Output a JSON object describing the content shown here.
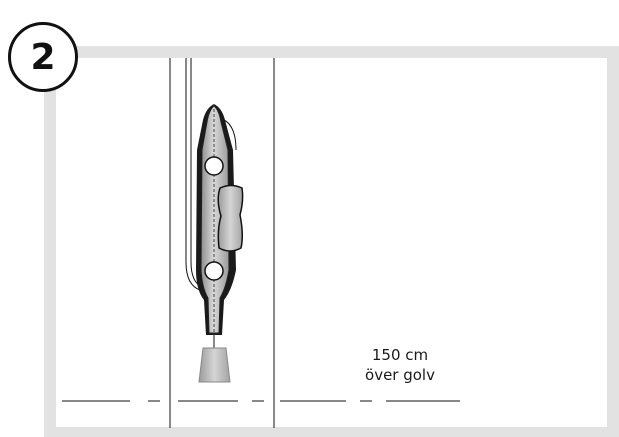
{
  "step": {
    "number": "2"
  },
  "measurement": {
    "line1": "150 cm",
    "line2": "över golv"
  }
}
